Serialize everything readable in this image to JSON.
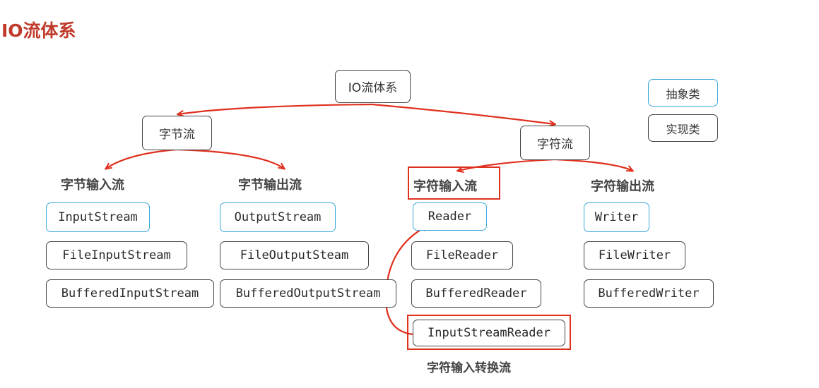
{
  "title": "IO流体系",
  "root": "IO流体系",
  "legend": {
    "abstract": "抽象类",
    "concrete": "实现类"
  },
  "byte_stream": {
    "label": "字节流",
    "input": {
      "label": "字节输入流",
      "items": [
        "InputStream",
        "FileInputStream",
        "BufferedInputStream"
      ]
    },
    "output": {
      "label": "字节输出流",
      "items": [
        "OutputStream",
        "FileOutputSteam",
        "BufferedOutputStream"
      ]
    }
  },
  "char_stream": {
    "label": "字符流",
    "input": {
      "label": "字符输入流",
      "items": [
        "Reader",
        "FileReader",
        "BufferedReader",
        "InputStreamReader"
      ]
    },
    "output": {
      "label": "字符输出流",
      "items": [
        "Writer",
        "FileWriter",
        "BufferedWriter"
      ]
    }
  },
  "converter_label": "字符输入转换流",
  "colors": {
    "arrow": "#e0301e",
    "abstract_border": "#3da7db",
    "concrete_border": "#444444",
    "title": "#c0392b"
  }
}
